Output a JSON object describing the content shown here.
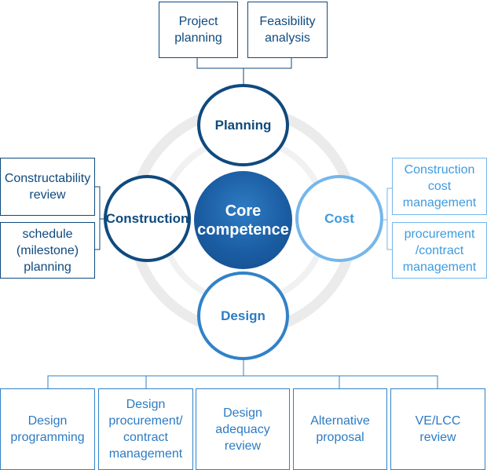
{
  "center": {
    "label": "Core\ncompetence"
  },
  "nodes": {
    "planning": "Planning",
    "construction": "Construction",
    "cost": "Cost",
    "design": "Design"
  },
  "planning_boxes": [
    "Project\nplanning",
    "Feasibility\nanalysis"
  ],
  "construction_boxes": [
    "Constructability\nreview",
    "schedule\n(milestone)\nplanning"
  ],
  "cost_boxes": [
    "Construction\ncost\nmanagement",
    "procurement\n/contract\nmanagement"
  ],
  "design_boxes": [
    "Design\nprogramming",
    "Design\nprocurement/\ncontract\nmanagement",
    "Design\nadequacy\nreview",
    "Alternative\nproposal",
    "VE/LCC\nreview"
  ],
  "colors": {
    "dark": "#0f4a7e",
    "mid": "#2c7bc3",
    "light": "#76b6ea",
    "ring": "#e9e9e9"
  }
}
